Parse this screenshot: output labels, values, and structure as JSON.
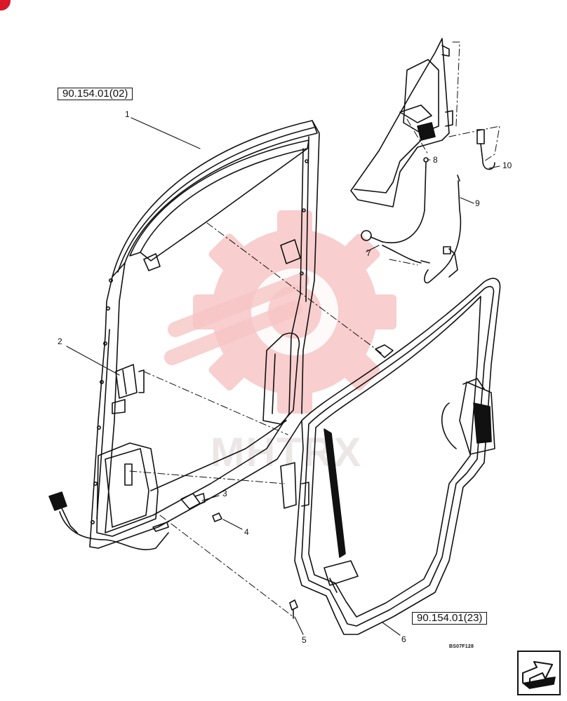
{
  "figure": {
    "reference_top": "90.154.01(02)",
    "reference_bottom": "90.154.01(23)",
    "drawing_code": "BS07F128",
    "watermark_text": "MHTRX"
  },
  "callouts": [
    {
      "id": "1",
      "label": "1"
    },
    {
      "id": "2",
      "label": "2"
    },
    {
      "id": "3",
      "label": "3"
    },
    {
      "id": "4",
      "label": "4"
    },
    {
      "id": "5",
      "label": "5"
    },
    {
      "id": "6",
      "label": "6"
    },
    {
      "id": "7",
      "label": "7"
    },
    {
      "id": "8",
      "label": "8"
    },
    {
      "id": "9",
      "label": "9"
    },
    {
      "id": "10",
      "label": "10"
    }
  ],
  "colors": {
    "line": "#111111",
    "watermark": "#f7c6c6",
    "badge": "#d9182a"
  },
  "icons": {
    "nav": "next-page-arrow-icon",
    "badge": "corner-badge-icon"
  }
}
